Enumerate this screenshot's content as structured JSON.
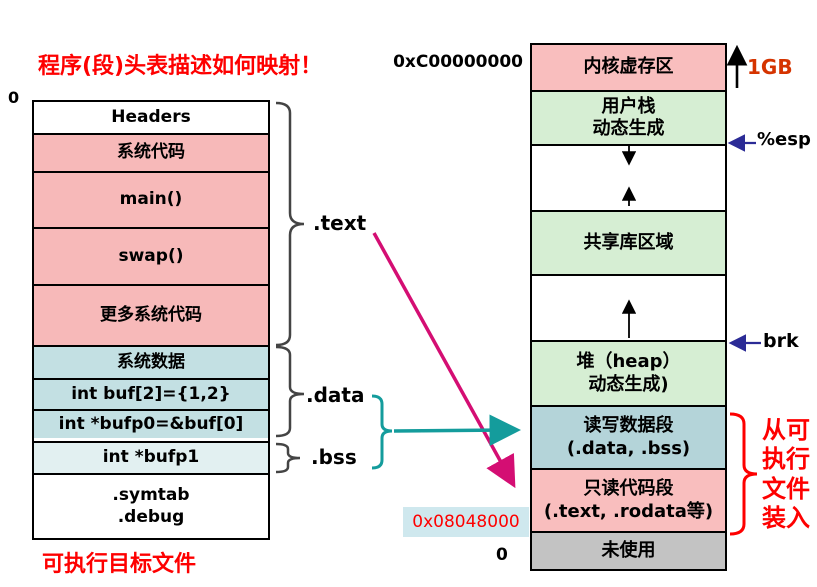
{
  "title": "程序(段)头表描述如何映射！",
  "executable_file": {
    "start_label": "0",
    "caption": "可执行目标文件",
    "rows": [
      {
        "label": "Headers"
      },
      {
        "label": "系统代码"
      },
      {
        "label": "main()"
      },
      {
        "label": "swap()"
      },
      {
        "label": "更多系统代码"
      },
      {
        "label": "系统数据"
      },
      {
        "label": "int buf[2]={1,2}"
      },
      {
        "label": "int *bufp0=&buf[0]"
      },
      {
        "label": "int *bufp1"
      },
      {
        "label": ".symtab\n.debug"
      }
    ]
  },
  "sections": {
    "text_label": ".text",
    "data_label": ".data",
    "bss_label": ".bss"
  },
  "virtual_memory": {
    "top_address": "0xC00000000",
    "load_address": "0x08048000",
    "bottom_label": "0",
    "kernel_size": "1GB",
    "esp_label": "%esp",
    "brk_label": "brk",
    "load_note": "从可执行文件装入",
    "rows": [
      {
        "label": "内核虚存区"
      },
      {
        "label": "用户栈\n动态生成"
      },
      {
        "label": "共享库区域"
      },
      {
        "label": "堆（heap）\n动态生成)"
      },
      {
        "label": "读写数据段\n(.data, .bss)"
      },
      {
        "label": "只读代码段\n(.text, .rodata等)"
      },
      {
        "label": "未使用"
      }
    ]
  },
  "colors": {
    "accent_red": "#fe0000",
    "section_pink": "#f7b9b9",
    "section_teal": "#c3e0e3",
    "section_pale_teal": "#e2f0f1",
    "region_green": "#d6eed3",
    "region_teal": "#b4d4d9",
    "region_pink": "#f9bebe",
    "unused_gray": "#c3c3c3",
    "address_highlight": "#cfe8ee",
    "map_arrow_magenta": "#d40e73",
    "map_arrow_teal": "#149c9c",
    "pointer_navy": "#2b2b96",
    "size_label_orange": "#d53400"
  }
}
